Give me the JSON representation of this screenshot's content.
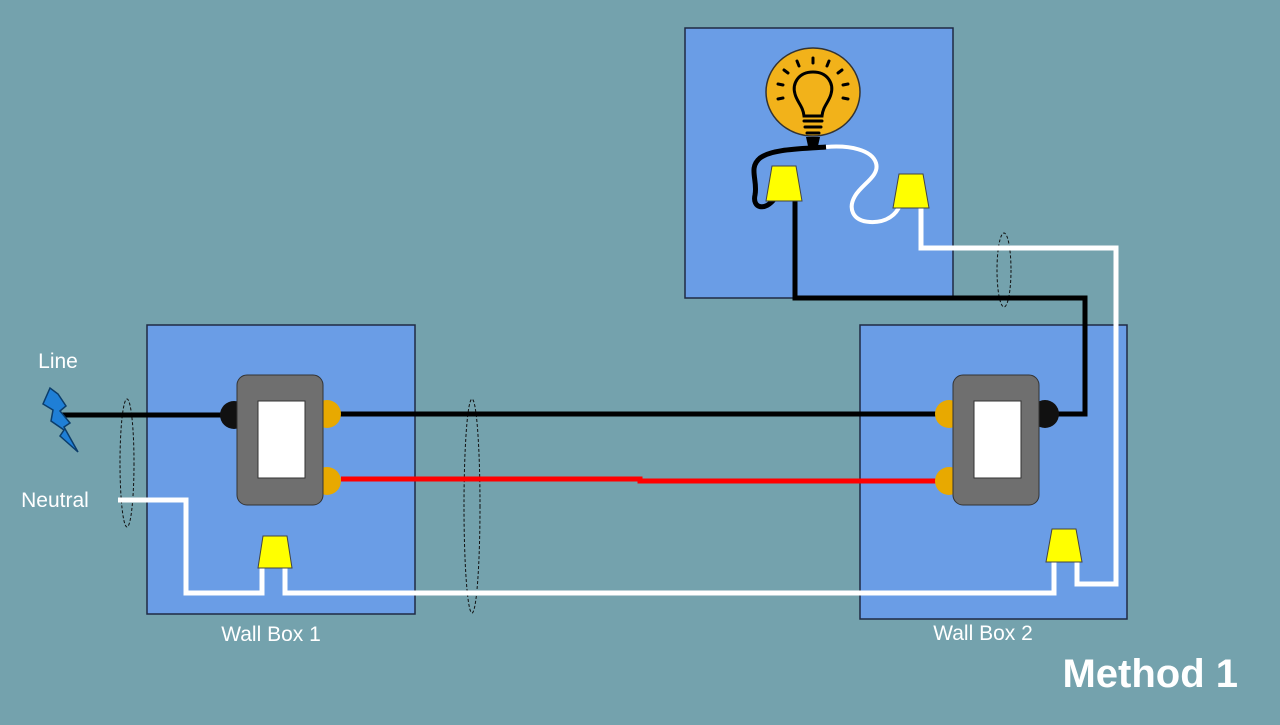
{
  "labels": {
    "line": "Line",
    "neutral": "Neutral",
    "wall_box_1": "Wall Box 1",
    "wall_box_2": "Wall Box 2",
    "method": "Method 1"
  },
  "colors": {
    "background": "#74a2ad",
    "box_fill": "#6a9de6",
    "box_stroke": "#1f2a44",
    "hot_wire": "#000000",
    "traveler_wire": "#ff0000",
    "neutral_wire": "#ffffff",
    "switch_body": "#6f6f6f",
    "switch_toggle": "#ffffff",
    "brass_terminal": "#e8a900",
    "common_terminal": "#111111",
    "wire_nut": "#ffff00",
    "bulb_fixture": "#f2b21a",
    "line_symbol": "#1f7fd6"
  },
  "icons": [
    "lightbulb-icon",
    "lightning-bolt-icon",
    "wire-nut-icon",
    "three-way-switch-icon"
  ]
}
